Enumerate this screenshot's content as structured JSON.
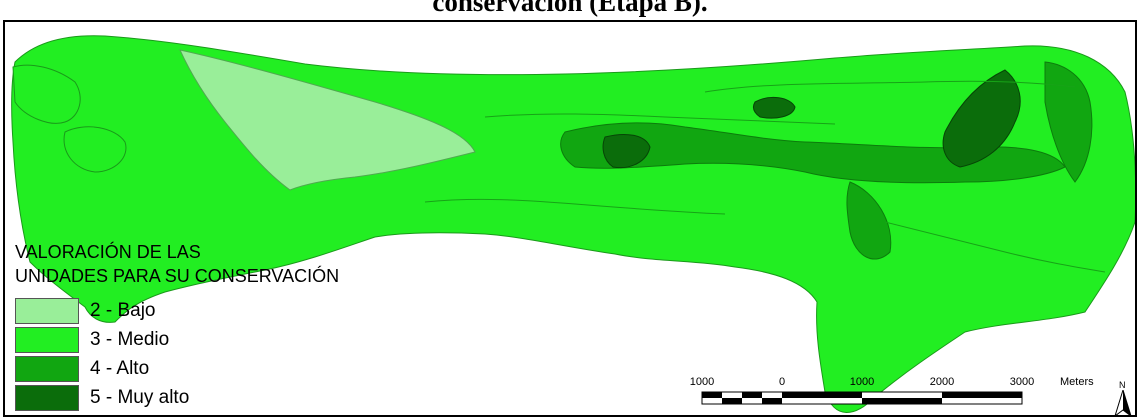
{
  "title": "conservación (Etapa B).",
  "legend": {
    "title_line1": "VALORACIÓN DE LAS",
    "title_line2": "UNIDADES PARA SU CONSERVACIÓN",
    "items": [
      {
        "label": "2 - Bajo",
        "color": "#99ee99"
      },
      {
        "label": "3 - Medio",
        "color": "#22ee22"
      },
      {
        "label": "4 - Alto",
        "color": "#11a611"
      },
      {
        "label": "5 - Muy alto",
        "color": "#0b6d0b"
      }
    ]
  },
  "scale_bar": {
    "ticks": [
      "1000",
      "0",
      "1000",
      "2000",
      "3000"
    ],
    "unit": "Meters"
  },
  "north_arrow": {
    "label": "N"
  }
}
